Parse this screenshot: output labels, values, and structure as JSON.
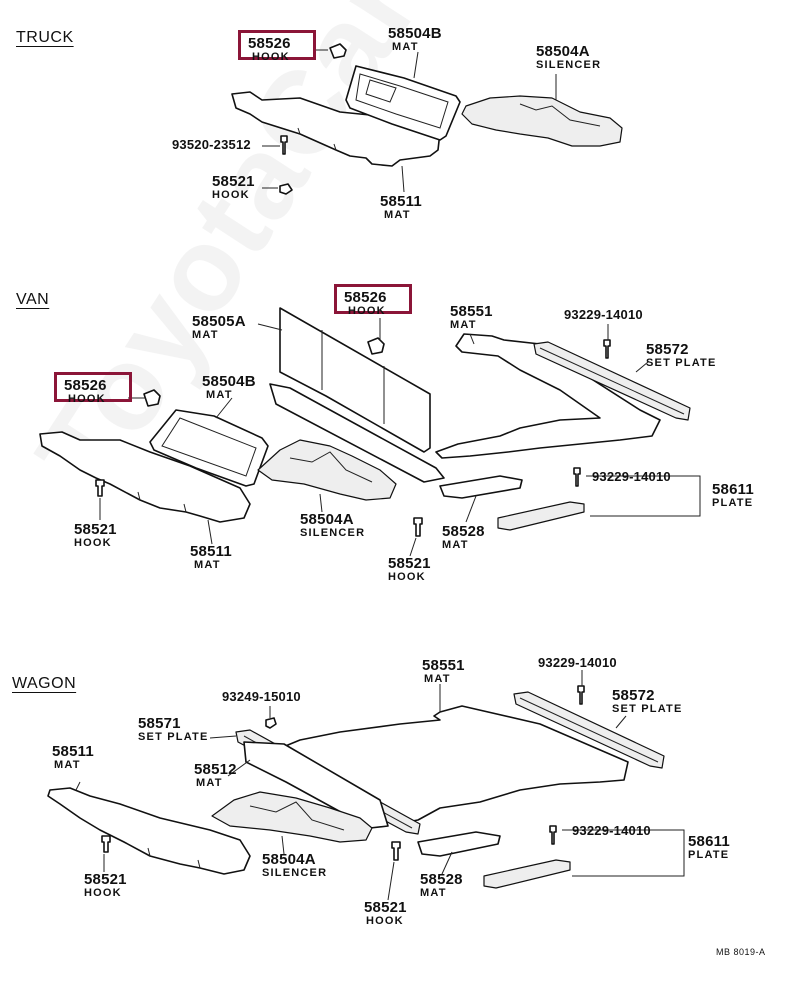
{
  "watermark": "ToyotaCarMine.ru",
  "footer_code": "MB 8019-A",
  "sections": {
    "truck": {
      "title": "TRUCK",
      "labels": [
        {
          "num": "58526",
          "name": "HOOK",
          "highlight": true
        },
        {
          "num": "58504B",
          "name": "MAT"
        },
        {
          "num": "58504A",
          "name": "SILENCER"
        },
        {
          "num": "93520-23512",
          "name": ""
        },
        {
          "num": "58521",
          "name": "HOOK"
        },
        {
          "num": "58511",
          "name": "MAT"
        }
      ]
    },
    "van": {
      "title": "VAN",
      "labels": [
        {
          "num": "58526",
          "name": "HOOK",
          "highlight": true
        },
        {
          "num": "58505A",
          "name": "MAT"
        },
        {
          "num": "58551",
          "name": "MAT"
        },
        {
          "num": "93229-14010",
          "name": ""
        },
        {
          "num": "58572",
          "name": "SET PLATE"
        },
        {
          "num": "58526",
          "name": "HOOK",
          "highlight": true
        },
        {
          "num": "58504B",
          "name": "MAT"
        },
        {
          "num": "93229-14010",
          "name": ""
        },
        {
          "num": "58611",
          "name": "PLATE"
        },
        {
          "num": "58521",
          "name": "HOOK"
        },
        {
          "num": "58504A",
          "name": "SILENCER"
        },
        {
          "num": "58528",
          "name": "MAT"
        },
        {
          "num": "58511",
          "name": "MAT"
        },
        {
          "num": "58521",
          "name": "HOOK"
        }
      ]
    },
    "wagon": {
      "title": "WAGON",
      "labels": [
        {
          "num": "58551",
          "name": "MAT"
        },
        {
          "num": "93229-14010",
          "name": ""
        },
        {
          "num": "93249-15010",
          "name": ""
        },
        {
          "num": "58572",
          "name": "SET PLATE"
        },
        {
          "num": "58571",
          "name": "SET PLATE"
        },
        {
          "num": "58511",
          "name": "MAT"
        },
        {
          "num": "58512",
          "name": "MAT"
        },
        {
          "num": "93229-14010",
          "name": ""
        },
        {
          "num": "58611",
          "name": "PLATE"
        },
        {
          "num": "58504A",
          "name": "SILENCER"
        },
        {
          "num": "58528",
          "name": "MAT"
        },
        {
          "num": "58521",
          "name": "HOOK"
        },
        {
          "num": "58521",
          "name": "HOOK"
        }
      ]
    }
  }
}
